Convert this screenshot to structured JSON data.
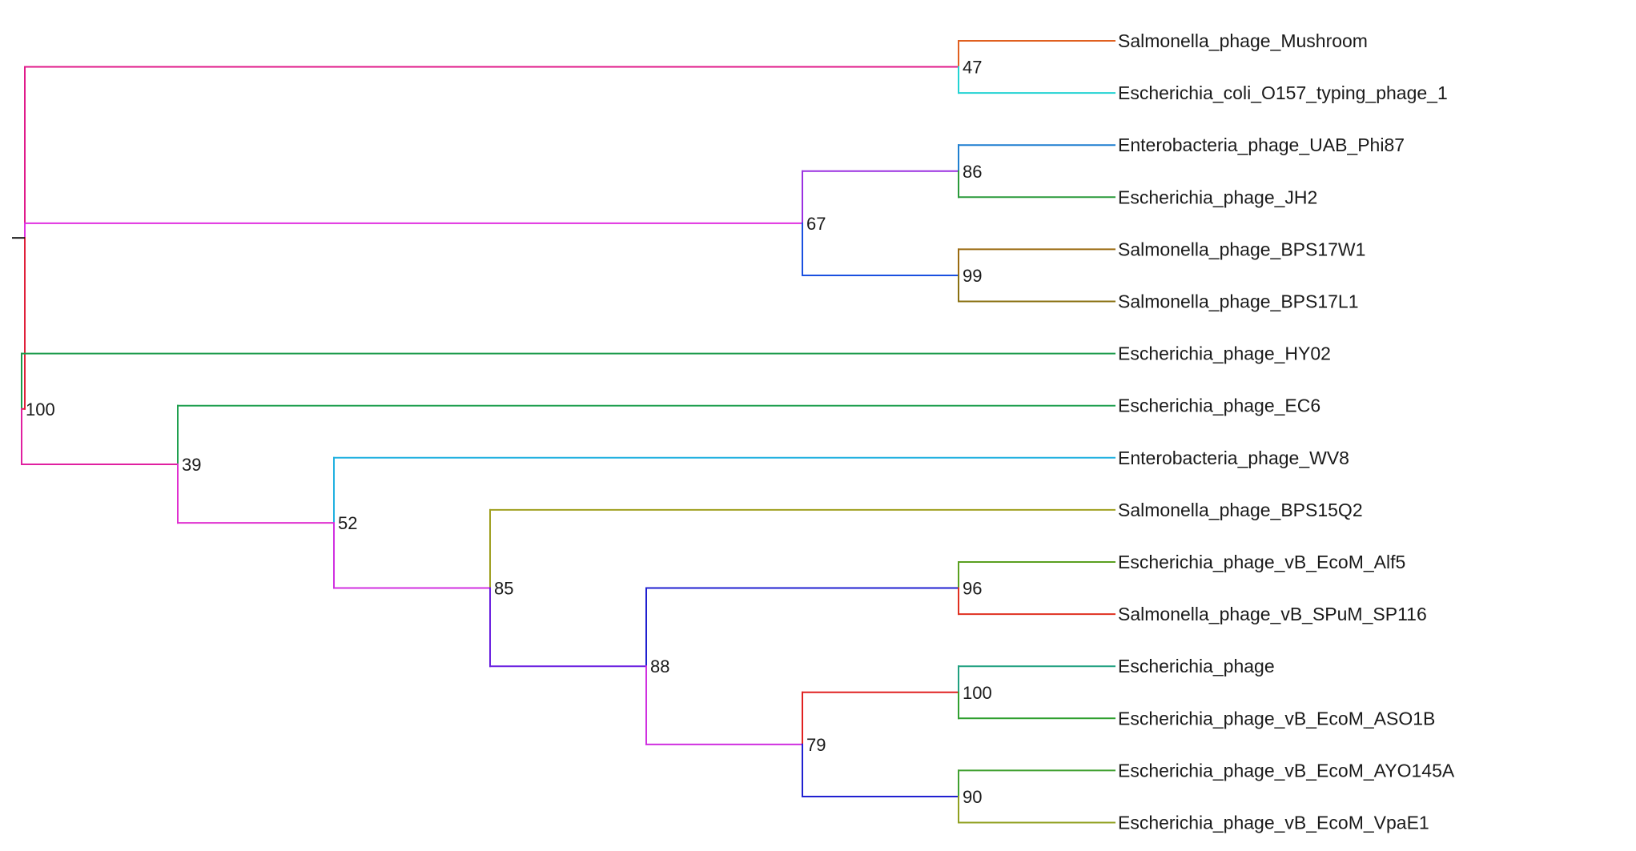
{
  "tree": {
    "leaves": [
      {
        "id": "L1",
        "label": "Salmonella_phage_Mushroom",
        "color": "#e06020"
      },
      {
        "id": "L2",
        "label": "Escherichia_coli_O157_typing_phage_1",
        "color": "#22d3d3"
      },
      {
        "id": "L3",
        "label": "Enterobacteria_phage_UAB_Phi87",
        "color": "#1f7fd0"
      },
      {
        "id": "L4",
        "label": "Escherichia_phage_JH2",
        "color": "#2a9a3a"
      },
      {
        "id": "L5",
        "label": "Salmonella_phage_BPS17W1",
        "color": "#9a6a10"
      },
      {
        "id": "L6",
        "label": "Salmonella_phage_BPS17L1",
        "color": "#8a7010"
      },
      {
        "id": "L7",
        "label": "Escherichia_phage_HY02",
        "color": "#1a9a4a"
      },
      {
        "id": "L8",
        "label": "Escherichia_phage_EC6",
        "color": "#20a050"
      },
      {
        "id": "L9",
        "label": "Enterobacteria_phage_WV8",
        "color": "#20b0e0"
      },
      {
        "id": "L10",
        "label": "Salmonella_phage_BPS15Q2",
        "color": "#a0a020"
      },
      {
        "id": "L11",
        "label": "Escherichia_phage_vB_EcoM_Alf5",
        "color": "#5aa020"
      },
      {
        "id": "L12",
        "label": "Salmonella_phage_vB_SPuM_SP116",
        "color": "#e03020"
      },
      {
        "id": "L13",
        "label": "Escherichia_phage",
        "color": "#20a080"
      },
      {
        "id": "L14",
        "label": "Escherichia_phage_vB_EcoM_ASO1B",
        "color": "#30a030"
      },
      {
        "id": "L15",
        "label": "Escherichia_phage_vB_EcoM_AYO145A",
        "color": "#40a030"
      },
      {
        "id": "L16",
        "label": "Escherichia_phage_vB_EcoM_VpaE1",
        "color": "#90a020"
      }
    ],
    "internal_nodes": [
      {
        "id": "N47",
        "support": "47",
        "children": [
          "L1",
          "L2"
        ],
        "color": "#e01a8a"
      },
      {
        "id": "N86",
        "support": "86",
        "children": [
          "L3",
          "L4"
        ],
        "color": "#9a30e0"
      },
      {
        "id": "N99",
        "support": "99",
        "children": [
          "L5",
          "L6"
        ],
        "color": "#1a50e0"
      },
      {
        "id": "N67",
        "support": "67",
        "children": [
          "N86",
          "N99"
        ],
        "color": "#e030e0"
      },
      {
        "id": "N96",
        "support": "96",
        "children": [
          "L11",
          "L12"
        ],
        "color": "#2020d0"
      },
      {
        "id": "N100b",
        "support": "100",
        "children": [
          "L13",
          "L14"
        ],
        "color": "#e02020"
      },
      {
        "id": "N90",
        "support": "90",
        "children": [
          "L15",
          "L16"
        ],
        "color": "#2020d0"
      },
      {
        "id": "N79",
        "support": "79",
        "children": [
          "N100b",
          "N90"
        ],
        "color": "#d030e0"
      },
      {
        "id": "N88",
        "support": "88",
        "children": [
          "N96",
          "N79"
        ],
        "color": "#6a20e0"
      },
      {
        "id": "N85",
        "support": "85",
        "children": [
          "L10",
          "N88"
        ],
        "color": "#d030e0"
      },
      {
        "id": "N52",
        "support": "52",
        "children": [
          "L9",
          "N85"
        ],
        "color": "#e030d0"
      },
      {
        "id": "N39",
        "support": "39",
        "children": [
          "L8",
          "N52"
        ],
        "color": "#e020a0"
      },
      {
        "id": "N100a",
        "support": "100",
        "children": [
          "L7",
          "N39"
        ],
        "color": "#e0203a"
      },
      {
        "id": "ROOT",
        "support": "",
        "children": [
          "N47",
          "N67",
          "N100a"
        ],
        "color": "#1a1a1a"
      }
    ],
    "root": "ROOT"
  }
}
